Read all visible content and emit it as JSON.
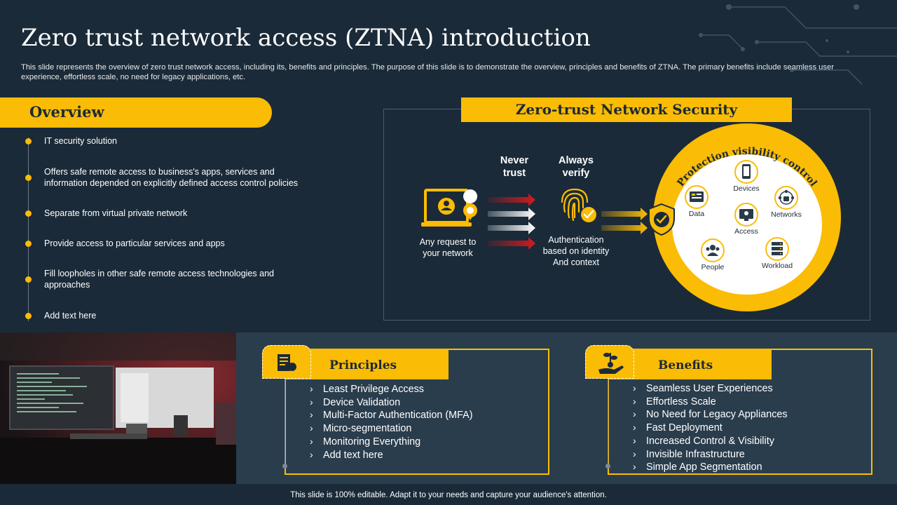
{
  "slide": {
    "title": "Zero trust network access (ZTNA) introduction",
    "subtitle": "This slide represents the overview of zero trust network access, including its, benefits and principles. The purpose of this slide is to demonstrate the overview, principles and benefits of ZTNA.  The primary benefits include seamless user experience, effortless scale, no need for legacy applications, etc.",
    "footer": "This slide is 100% editable. Adapt it to your needs and capture your audience's attention."
  },
  "overview": {
    "heading": "Overview",
    "items": [
      "IT security solution",
      "Offers safe remote access to business's apps, services and information depended on explicitly defined access control policies",
      "Separate from virtual private network",
      "Provide  access to particular  services and apps",
      "Fill loopholes in other safe remote access technologies and approaches",
      "Add text here"
    ]
  },
  "diagram": {
    "heading": "Zero-trust Network Security",
    "never_trust": "Never trust",
    "always_verify": "Always verify",
    "request_label": "Any request to your network",
    "auth_label": "Authentication based on identity And context",
    "ring_label": "Protection visibility control",
    "nodes": {
      "devices": "Devices",
      "data": "Data",
      "networks": "Networks",
      "access": "Access",
      "people": "People",
      "workload": "Workload"
    }
  },
  "principles": {
    "heading": "Principles",
    "items": [
      "Least Privilege Access",
      "Device Validation",
      "Multi-Factor Authentication (MFA)",
      "Micro-segmentation",
      "Monitoring Everything",
      "Add text here"
    ]
  },
  "benefits": {
    "heading": "Benefits",
    "items": [
      "Seamless User Experiences",
      "Effortless Scale",
      "No Need for Legacy Appliances",
      "Fast Deployment",
      "Increased Control & Visibility",
      "Invisible Infrastructure",
      "Simple App Segmentation"
    ]
  },
  "colors": {
    "accent": "#fbbc05",
    "background": "#1b2a38",
    "band": "#2a3d4d",
    "arrow_red": "#d7191c"
  }
}
